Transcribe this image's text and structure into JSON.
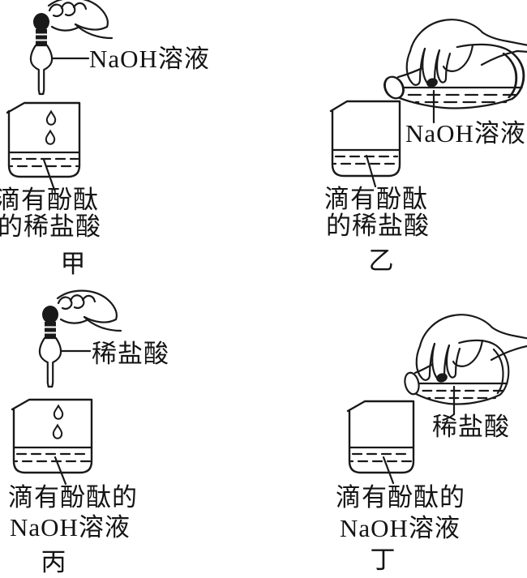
{
  "figure": {
    "background_color": "#ffffff",
    "ink_color": "#191919",
    "description": "four-panel chemistry experiment line drawing",
    "panels": [
      {
        "caption": "甲",
        "method": "dropper-add",
        "reagent_label": "NaOH溶液",
        "beaker_label_line1": "滴有酚酞",
        "beaker_label_line2": "的稀盐酸"
      },
      {
        "caption": "乙",
        "method": "pour-from-bottle",
        "reagent_label": "NaOH溶液",
        "beaker_label_line1": "滴有酚酞",
        "beaker_label_line2": "的稀盐酸"
      },
      {
        "caption": "丙",
        "method": "dropper-add",
        "reagent_label": "稀盐酸",
        "beaker_label_line1": "滴有酚酞的",
        "beaker_label_line2": "NaOH溶液"
      },
      {
        "caption": "丁",
        "method": "pour-from-bottle",
        "reagent_label": "稀盐酸",
        "beaker_label_line1": "滴有酚酞的",
        "beaker_label_line2": "NaOH溶液"
      }
    ]
  }
}
